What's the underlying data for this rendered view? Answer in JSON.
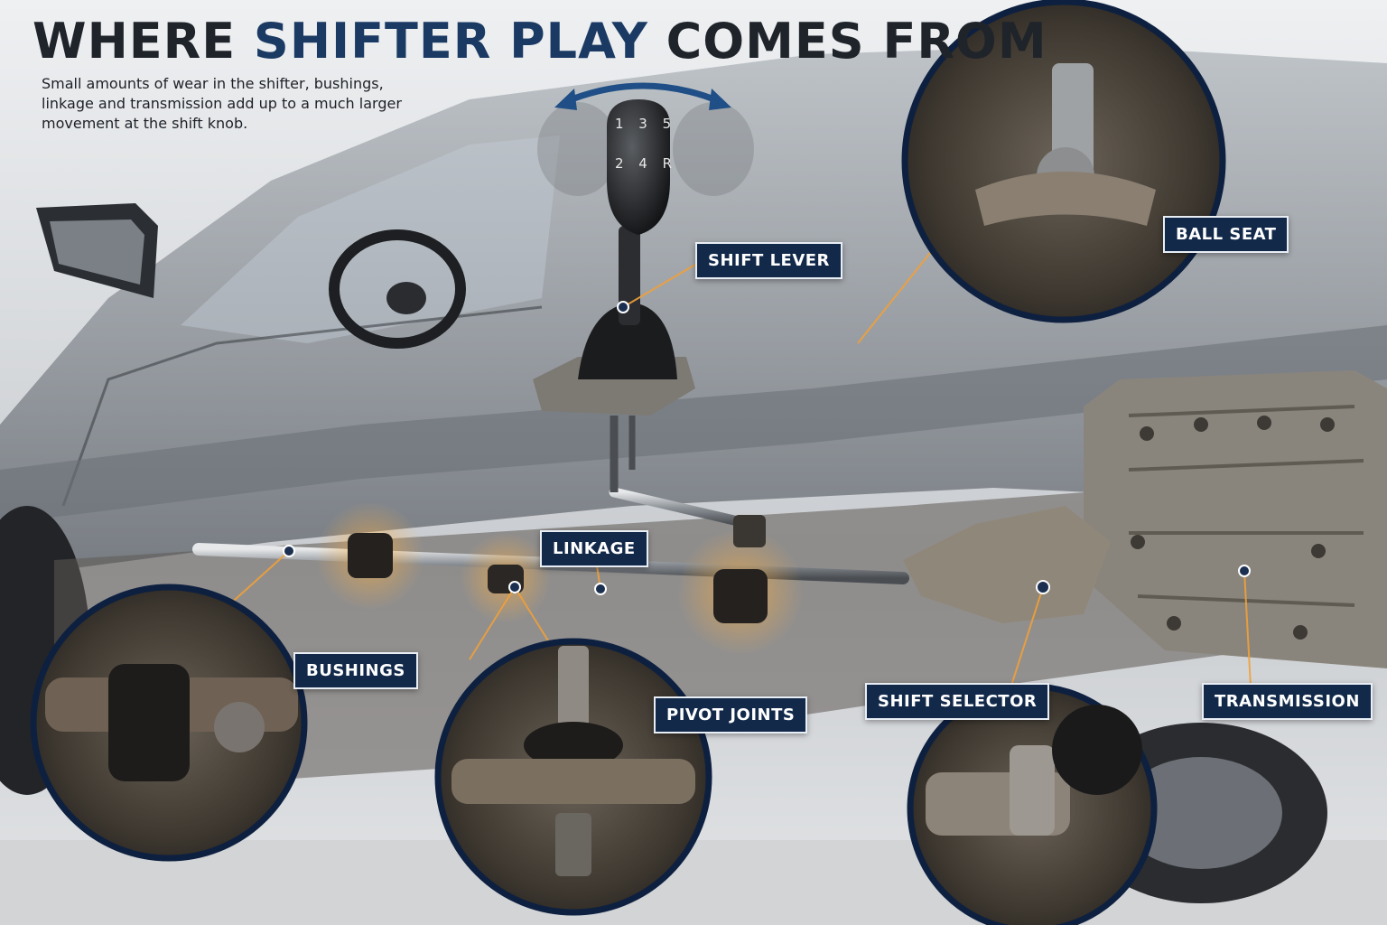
{
  "title": {
    "part1": "WHERE ",
    "accent": "SHIFTER PLAY",
    "part2": " COMES FROM"
  },
  "subtitle": "Small amounts of wear in the shifter, bushings, linkage and transmission add up to a much larger movement at the shift knob.",
  "knob": {
    "row1": "1 3 5",
    "row2": "2 4 R"
  },
  "labels": {
    "shift_lever": "SHIFT LEVER",
    "ball_seat": "BALL SEAT",
    "linkage": "LINKAGE",
    "bushings": "BUSHINGS",
    "pivot_joints": "PIVOT JOINTS",
    "shift_selector": "SHIFT SELECTOR",
    "transmission": "TRANSMISSION"
  },
  "colors": {
    "label_bg": "#12294a",
    "title_accent": "#1b3a63",
    "leader_lines": "#f0a03a",
    "callout_ring": "#0e2040"
  }
}
